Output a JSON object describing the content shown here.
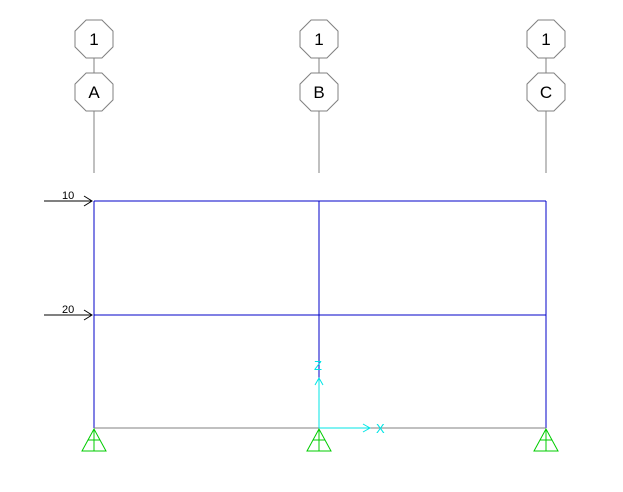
{
  "colors": {
    "background": "#ffffff",
    "frame": "#0000c8",
    "bubble": "#808080",
    "load": "#000000",
    "support": "#00cc00",
    "axis": "#00e5e5"
  },
  "icons": {
    "support": "pinned-support-icon",
    "load": "load-arrow-icon",
    "axis": "xz-axis-triad-icon"
  },
  "gridlines": [
    {
      "story_label": "1",
      "grid_label": "A"
    },
    {
      "story_label": "1",
      "grid_label": "B"
    },
    {
      "story_label": "1",
      "grid_label": "C"
    }
  ],
  "loads": [
    {
      "label": "10"
    },
    {
      "label": "20"
    }
  ],
  "axes": {
    "x_label": "X",
    "z_label": "Z"
  }
}
